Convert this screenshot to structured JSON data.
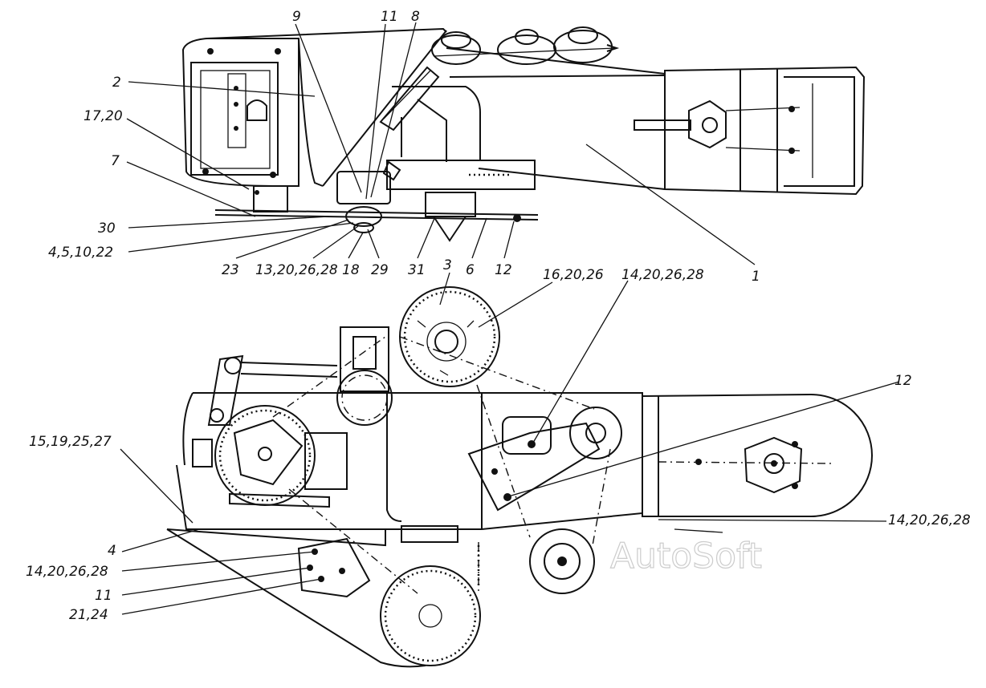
{
  "watermark": "AutoSoft",
  "labels": [
    {
      "id": "l-9",
      "text": "9"
    },
    {
      "id": "l-11a",
      "text": "11"
    },
    {
      "id": "l-8",
      "text": "8"
    },
    {
      "id": "l-2",
      "text": "2"
    },
    {
      "id": "l-17-20",
      "text": "17,20"
    },
    {
      "id": "l-7",
      "text": "7"
    },
    {
      "id": "l-30",
      "text": "30"
    },
    {
      "id": "l-4-5-10-22",
      "text": "4,5,10,22"
    },
    {
      "id": "l-23",
      "text": "23"
    },
    {
      "id": "l-13-20-26-28",
      "text": "13,20,26,28"
    },
    {
      "id": "l-18",
      "text": "18"
    },
    {
      "id": "l-29",
      "text": "29"
    },
    {
      "id": "l-31",
      "text": "31"
    },
    {
      "id": "l-3",
      "text": "3"
    },
    {
      "id": "l-6",
      "text": "6"
    },
    {
      "id": "l-12a",
      "text": "12"
    },
    {
      "id": "l-16-20-26",
      "text": "16,20,26"
    },
    {
      "id": "l-14-20-26-28a",
      "text": "14,20,26,28"
    },
    {
      "id": "l-1",
      "text": "1"
    },
    {
      "id": "l-12b",
      "text": "12"
    },
    {
      "id": "l-15-19-25-27",
      "text": "15,19,25,27"
    },
    {
      "id": "l-14-20-26-28b",
      "text": "14,20,26,28"
    },
    {
      "id": "l-4",
      "text": "4"
    },
    {
      "id": "l-14-20-26-28c",
      "text": "14,20,26,28"
    },
    {
      "id": "l-11b",
      "text": "11"
    },
    {
      "id": "l-21-24",
      "text": "21,24"
    }
  ]
}
